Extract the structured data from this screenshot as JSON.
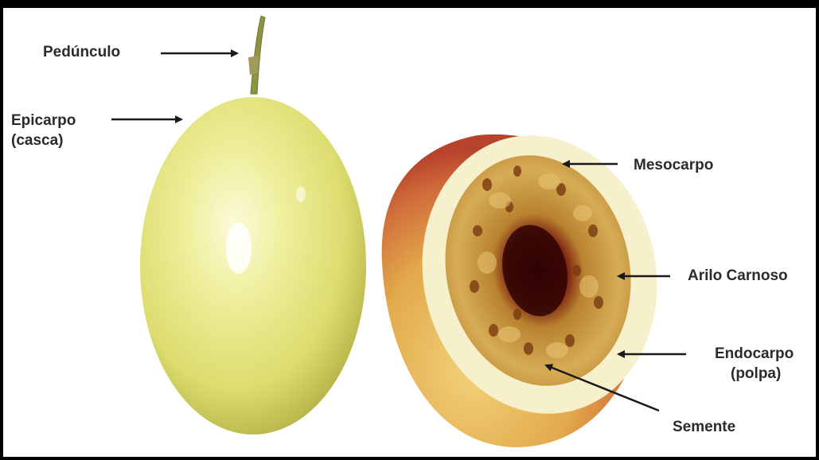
{
  "labels": {
    "peduncle": "Pedúnculo",
    "epicarp_line1": "Epicarpo",
    "epicarp_line2": "(casca)",
    "mesocarp": "Mesocarpo",
    "aril": "Arilo Carnoso",
    "endocarp_line1": "Endocarpo",
    "endocarp_line2": "(polpa)",
    "seed": "Semente"
  },
  "colors": {
    "frame": "#000000",
    "fruit_skin": "#e3e27a",
    "cut_rind": "#f6efc9",
    "pulp": "#c99a3a",
    "cavity": "#4a0a08",
    "arrow": "#1a1a1a",
    "text": "#2b2b2b"
  }
}
